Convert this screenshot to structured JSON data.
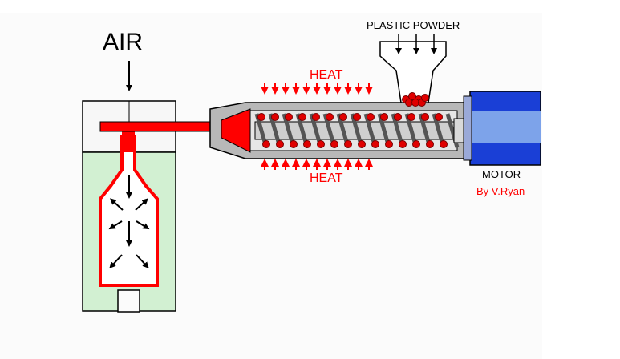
{
  "diagram": {
    "air_label": "AIR",
    "heat_top_label": "HEAT",
    "heat_bottom_label": "HEAT",
    "powder_label": "PLASTIC POWDER",
    "motor_label": "MOTOR",
    "credit_label": "By V.Ryan"
  },
  "colors": {
    "mould_green": "#d2f0d2",
    "mould_white": "#f7f7f7",
    "plastic_red": "#ff0000",
    "barrel_grey": "#b8b8b8",
    "motor_blue": "#1a3fd6",
    "motor_light_blue": "#7da3ea",
    "outline": "#000000"
  },
  "icons": [
    "down-arrow-icon",
    "up-arrow-icon",
    "expansion-arrow-icon",
    "plastic-pellet-icon"
  ]
}
